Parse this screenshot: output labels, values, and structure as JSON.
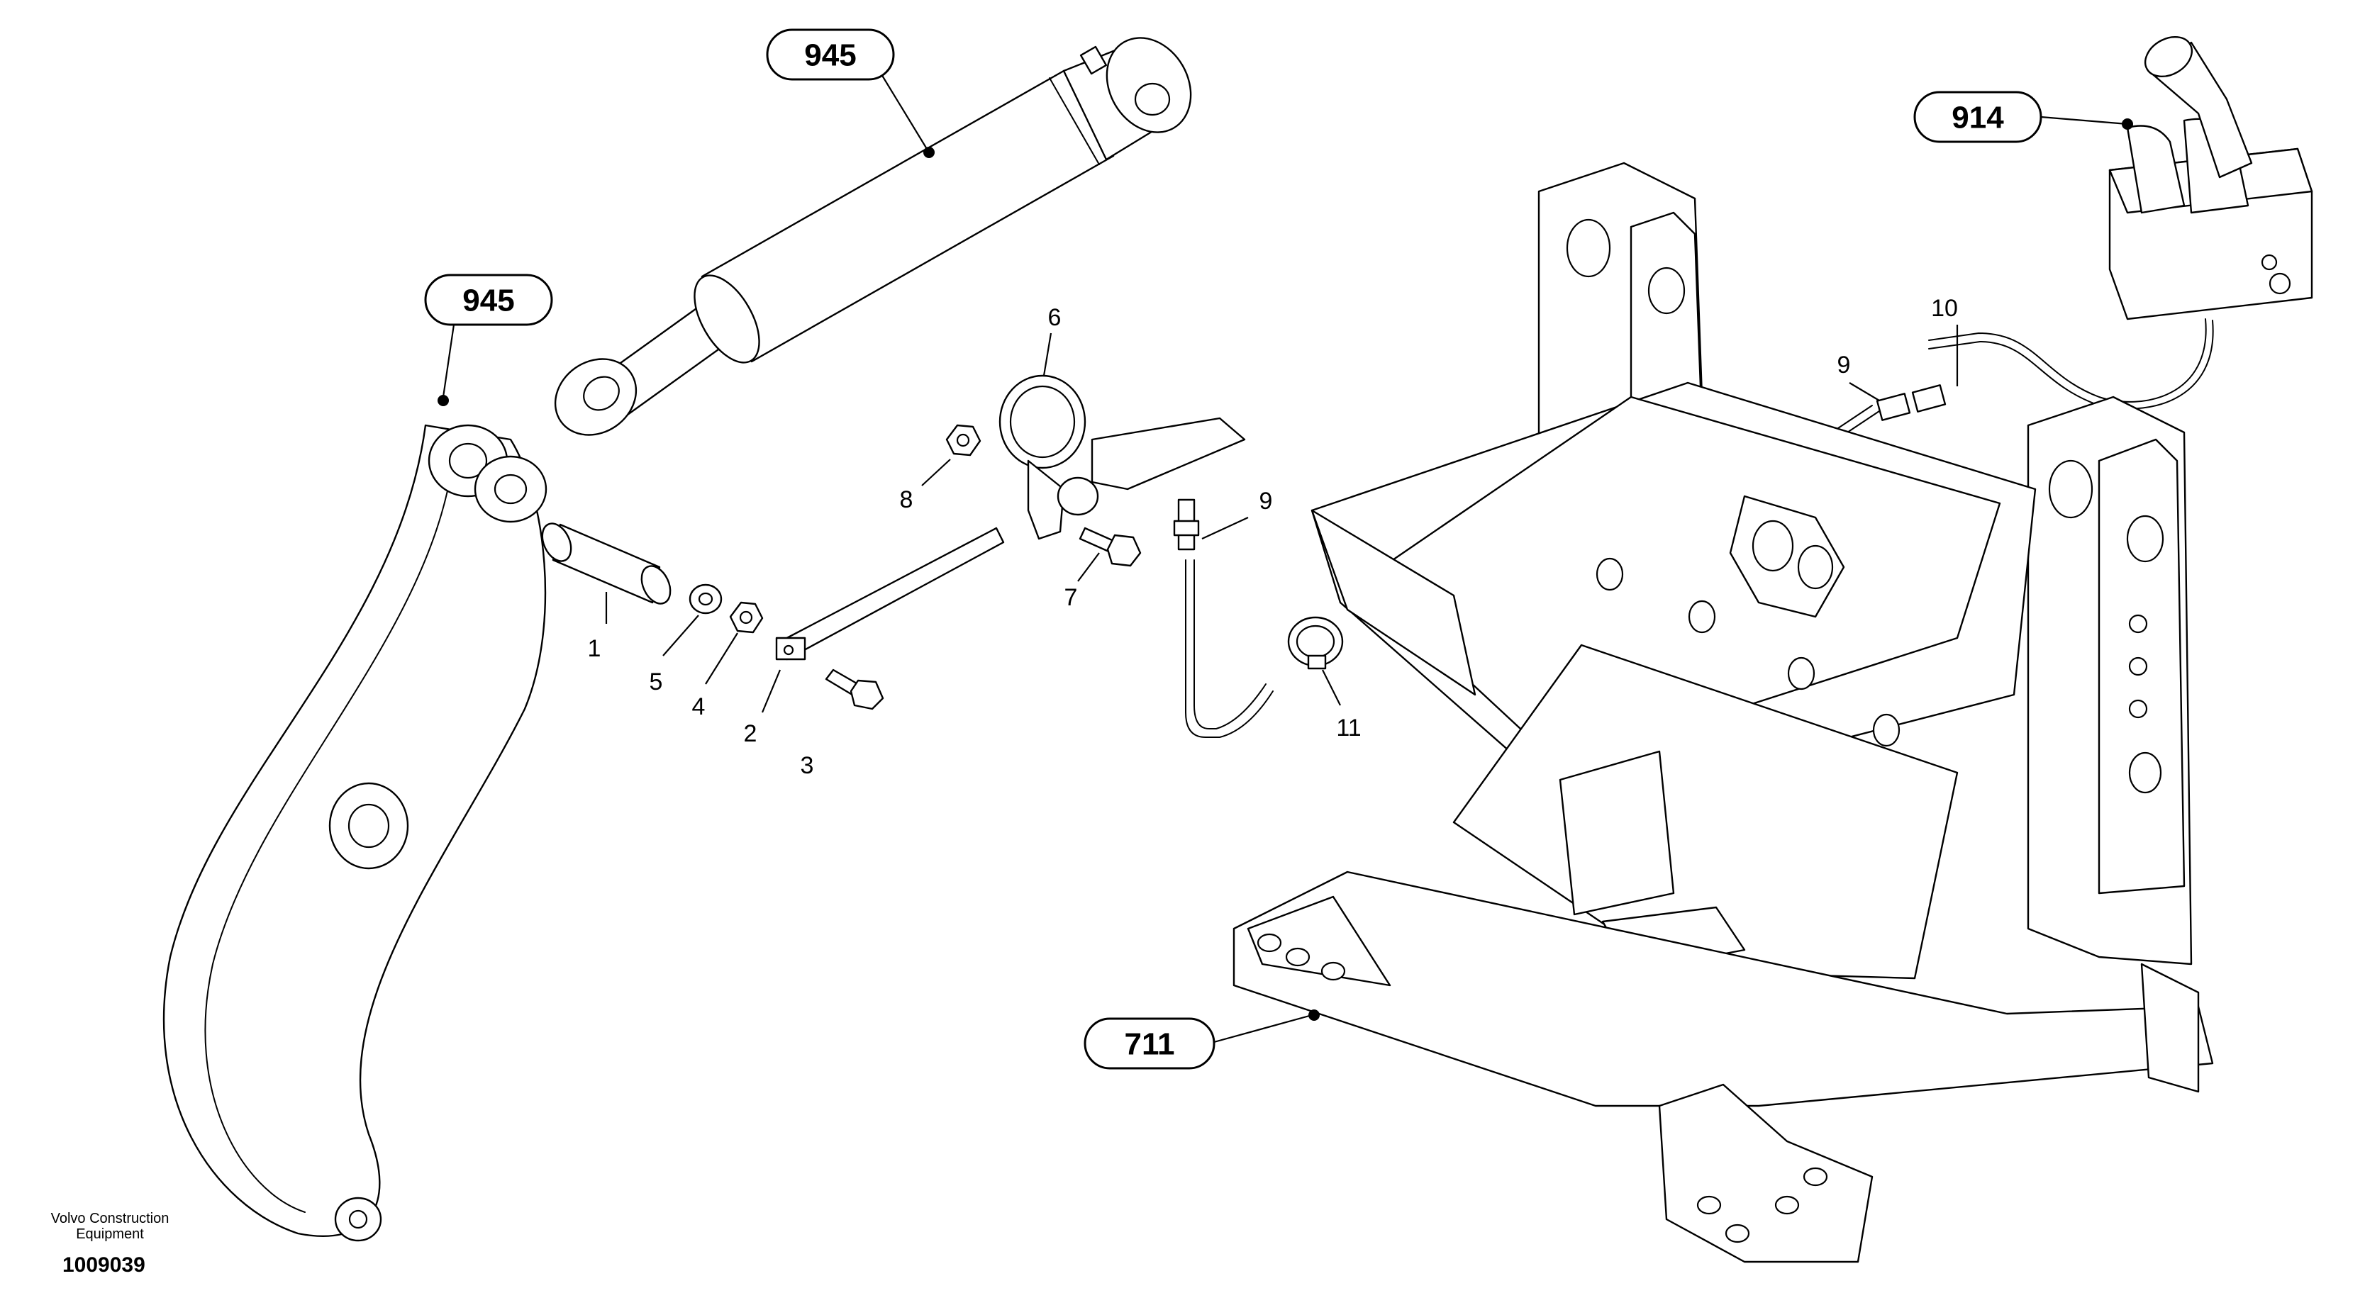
{
  "diagram": {
    "callouts": [
      {
        "id": "cylinder-top",
        "label": "945"
      },
      {
        "id": "boom-arm",
        "label": "945"
      },
      {
        "id": "control-lever",
        "label": "914"
      },
      {
        "id": "frame",
        "label": "711"
      }
    ],
    "part_numbers": [
      "1",
      "2",
      "3",
      "4",
      "5",
      "6",
      "7",
      "8",
      "9",
      "9",
      "10",
      "11"
    ],
    "footer": {
      "company": "Volvo Construction Equipment",
      "drawing_number": "1009039"
    }
  }
}
